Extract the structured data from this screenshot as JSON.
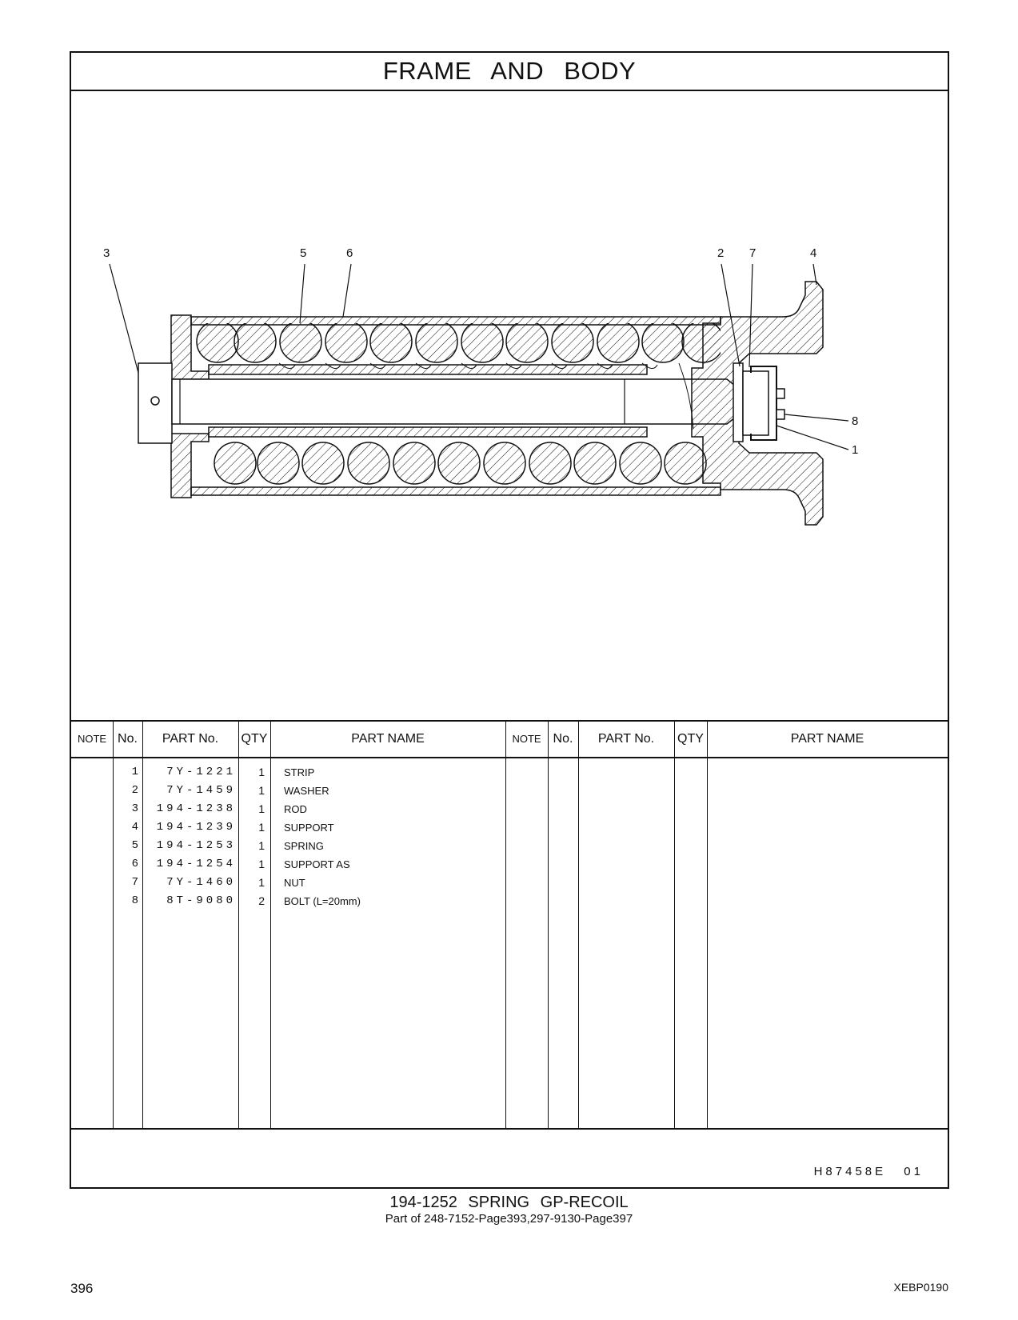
{
  "page": {
    "title": "FRAME AND BODY",
    "drawing_number": "H87458E 01",
    "caption_main": "194-1252 SPRING GP-RECOIL",
    "caption_sub": "Part of 248-7152-Page393,297-9130-Page397",
    "page_number": "396",
    "doc_code": "XEBP0190"
  },
  "callouts": [
    "3",
    "5",
    "6",
    "2",
    "7",
    "4",
    "8",
    "1"
  ],
  "table": {
    "headers": {
      "note": "NOTE",
      "no": "No.",
      "part_no": "PART No.",
      "qty": "QTY",
      "part_name": "PART NAME"
    },
    "rows": [
      {
        "no": "1",
        "part_no": "7Y-1221",
        "qty": "1",
        "name": "STRIP"
      },
      {
        "no": "2",
        "part_no": "7Y-1459",
        "qty": "1",
        "name": "WASHER"
      },
      {
        "no": "3",
        "part_no": "194-1238",
        "qty": "1",
        "name": "ROD"
      },
      {
        "no": "4",
        "part_no": "194-1239",
        "qty": "1",
        "name": "SUPPORT"
      },
      {
        "no": "5",
        "part_no": "194-1253",
        "qty": "1",
        "name": "SPRING"
      },
      {
        "no": "6",
        "part_no": "194-1254",
        "qty": "1",
        "name": "SUPPORT AS"
      },
      {
        "no": "7",
        "part_no": "7Y-1460",
        "qty": "1",
        "name": "NUT"
      },
      {
        "no": "8",
        "part_no": "8T-9080",
        "qty": "2",
        "name": "BOLT (L=20mm)"
      }
    ]
  }
}
